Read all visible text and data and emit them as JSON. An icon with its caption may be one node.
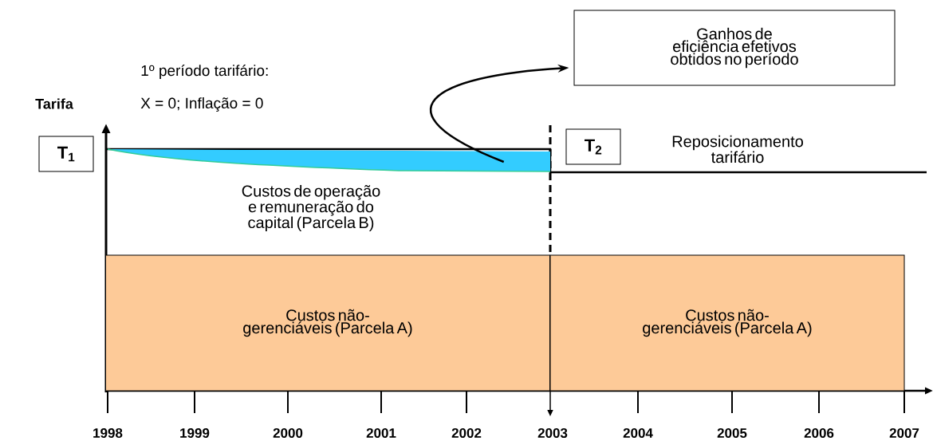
{
  "diagram": {
    "nodes": [
      {
        "text": [
          "T$_{1}$"
        ]
      },
      {
        "text": [
          "T$_{2}$"
        ]
      },
      {
        "text": [
          "Ganhos de eficiência efetivos obtidos no período"
        ]
      },
      {
        "text": [],
        "shape": "band"
      },
      {
        "text": [
          "Custos não-gerenciáveis (Parcela A)"
        ]
      },
      {
        "text": [
          "Custos não-gerenciáveis (Parcela A)"
        ]
      }
    ],
    "edges": [
      {
        "from": 3,
        "to": 2,
        "arrow": "to"
      }
    ],
    "labels": [
      "Tarifa",
      "1º período tarifário:",
      "X = 0; Inflação = 0",
      "Reposicionamento tarifário",
      "Custos de operação e remuneração do capital (Parcela B)",
      "1998",
      "1999",
      "2000",
      "2001",
      "2002",
      "2003",
      "2004",
      "2005",
      "2006",
      "2007"
    ]
  }
}
